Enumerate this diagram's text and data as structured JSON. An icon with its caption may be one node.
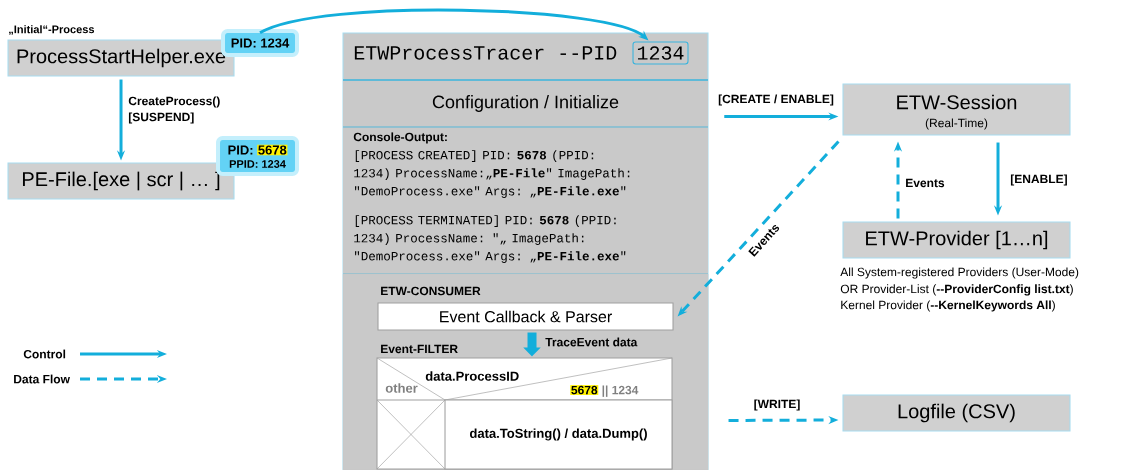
{
  "diagram": {
    "nodes": [
      {
        "text": [
          "ProcessStartHelper.exe"
        ],
        "beside": [
          "„Initial“-Process"
        ]
      },
      {
        "text": [
          "PID: 1234"
        ]
      },
      {
        "text": [
          "PE-File.[exe | scr | … ]"
        ]
      },
      {
        "text": [
          "PID:",
          "5678",
          "PPID: 1234"
        ]
      },
      {
        "text": [
          "ETWProcessTracer --PID"
        ]
      },
      {
        "text": [
          "1234"
        ],
        "in": 4
      },
      {
        "text": [
          "Configuration / Initialize"
        ],
        "in": 4
      },
      {
        "text": [
          "Console-Output:",
          "[PROCESS CREATED] PID: **5678** (PPID: 1234) ProcessName:„**PE-File**\" ImagePath: \"DemoProcess.exe\" Args: „**PE-File.exe**\"",
          "[PROCESS TERMINATED] PID: **5678** (PPID: 1234) ProcessName: \"„ ImagePath: \"DemoProcess.exe\" Args: „**PE-File.exe**\""
        ],
        "in": 4
      },
      {
        "text": [
          "ETW-CONSUMER"
        ],
        "in": 4
      },
      {
        "text": [
          "Event Callback & Parser"
        ],
        "in": 8
      },
      {
        "text": [
          "Event-FILTER",
          "data.ProcessID",
          "other",
          "5678",
          "|| 1234"
        ],
        "in": 8
      },
      {
        "text": [
          "data.ToString() / data.Dump()"
        ],
        "in": 10
      },
      {
        "text": [
          "ETW-Session",
          "(Real-Time)"
        ]
      },
      {
        "text": [
          "ETW-Provider [1…n]"
        ],
        "beside": [
          "All System-registered Providers (User-Mode)",
          "OR Provider-List (**--ProviderConfig list.txt**)",
          "Kernel Provider (**--KernelKeywords All**)"
        ]
      },
      {
        "text": [
          "Logfile (CSV)"
        ]
      }
    ],
    "edges": [
      {
        "from": 0,
        "to": 2,
        "arrow": "to",
        "label": "CreateProcess() [SUSPEND]"
      },
      {
        "from": 1,
        "to": 5,
        "arrow": "to"
      },
      {
        "from": 6,
        "to": 12,
        "arrow": "to",
        "label": "[CREATE / ENABLE]"
      },
      {
        "from": 12,
        "to": 9,
        "arrow": "to",
        "label": "Events",
        "style": "dashed"
      },
      {
        "from": 12,
        "to": 13,
        "arrow": "to",
        "label": "[ENABLE]"
      },
      {
        "from": 13,
        "to": 12,
        "arrow": "to",
        "label": "Events",
        "style": "dashed"
      },
      {
        "from": 11,
        "to": 14,
        "arrow": "to",
        "label": "[WRITE]",
        "style": "dashed"
      },
      {
        "from": 9,
        "to": 10,
        "arrow": "to",
        "label": "TraceEvent data",
        "style": "thick"
      }
    ],
    "legend": [
      {
        "text": "Control"
      },
      {
        "text": "Data Flow"
      }
    ]
  }
}
